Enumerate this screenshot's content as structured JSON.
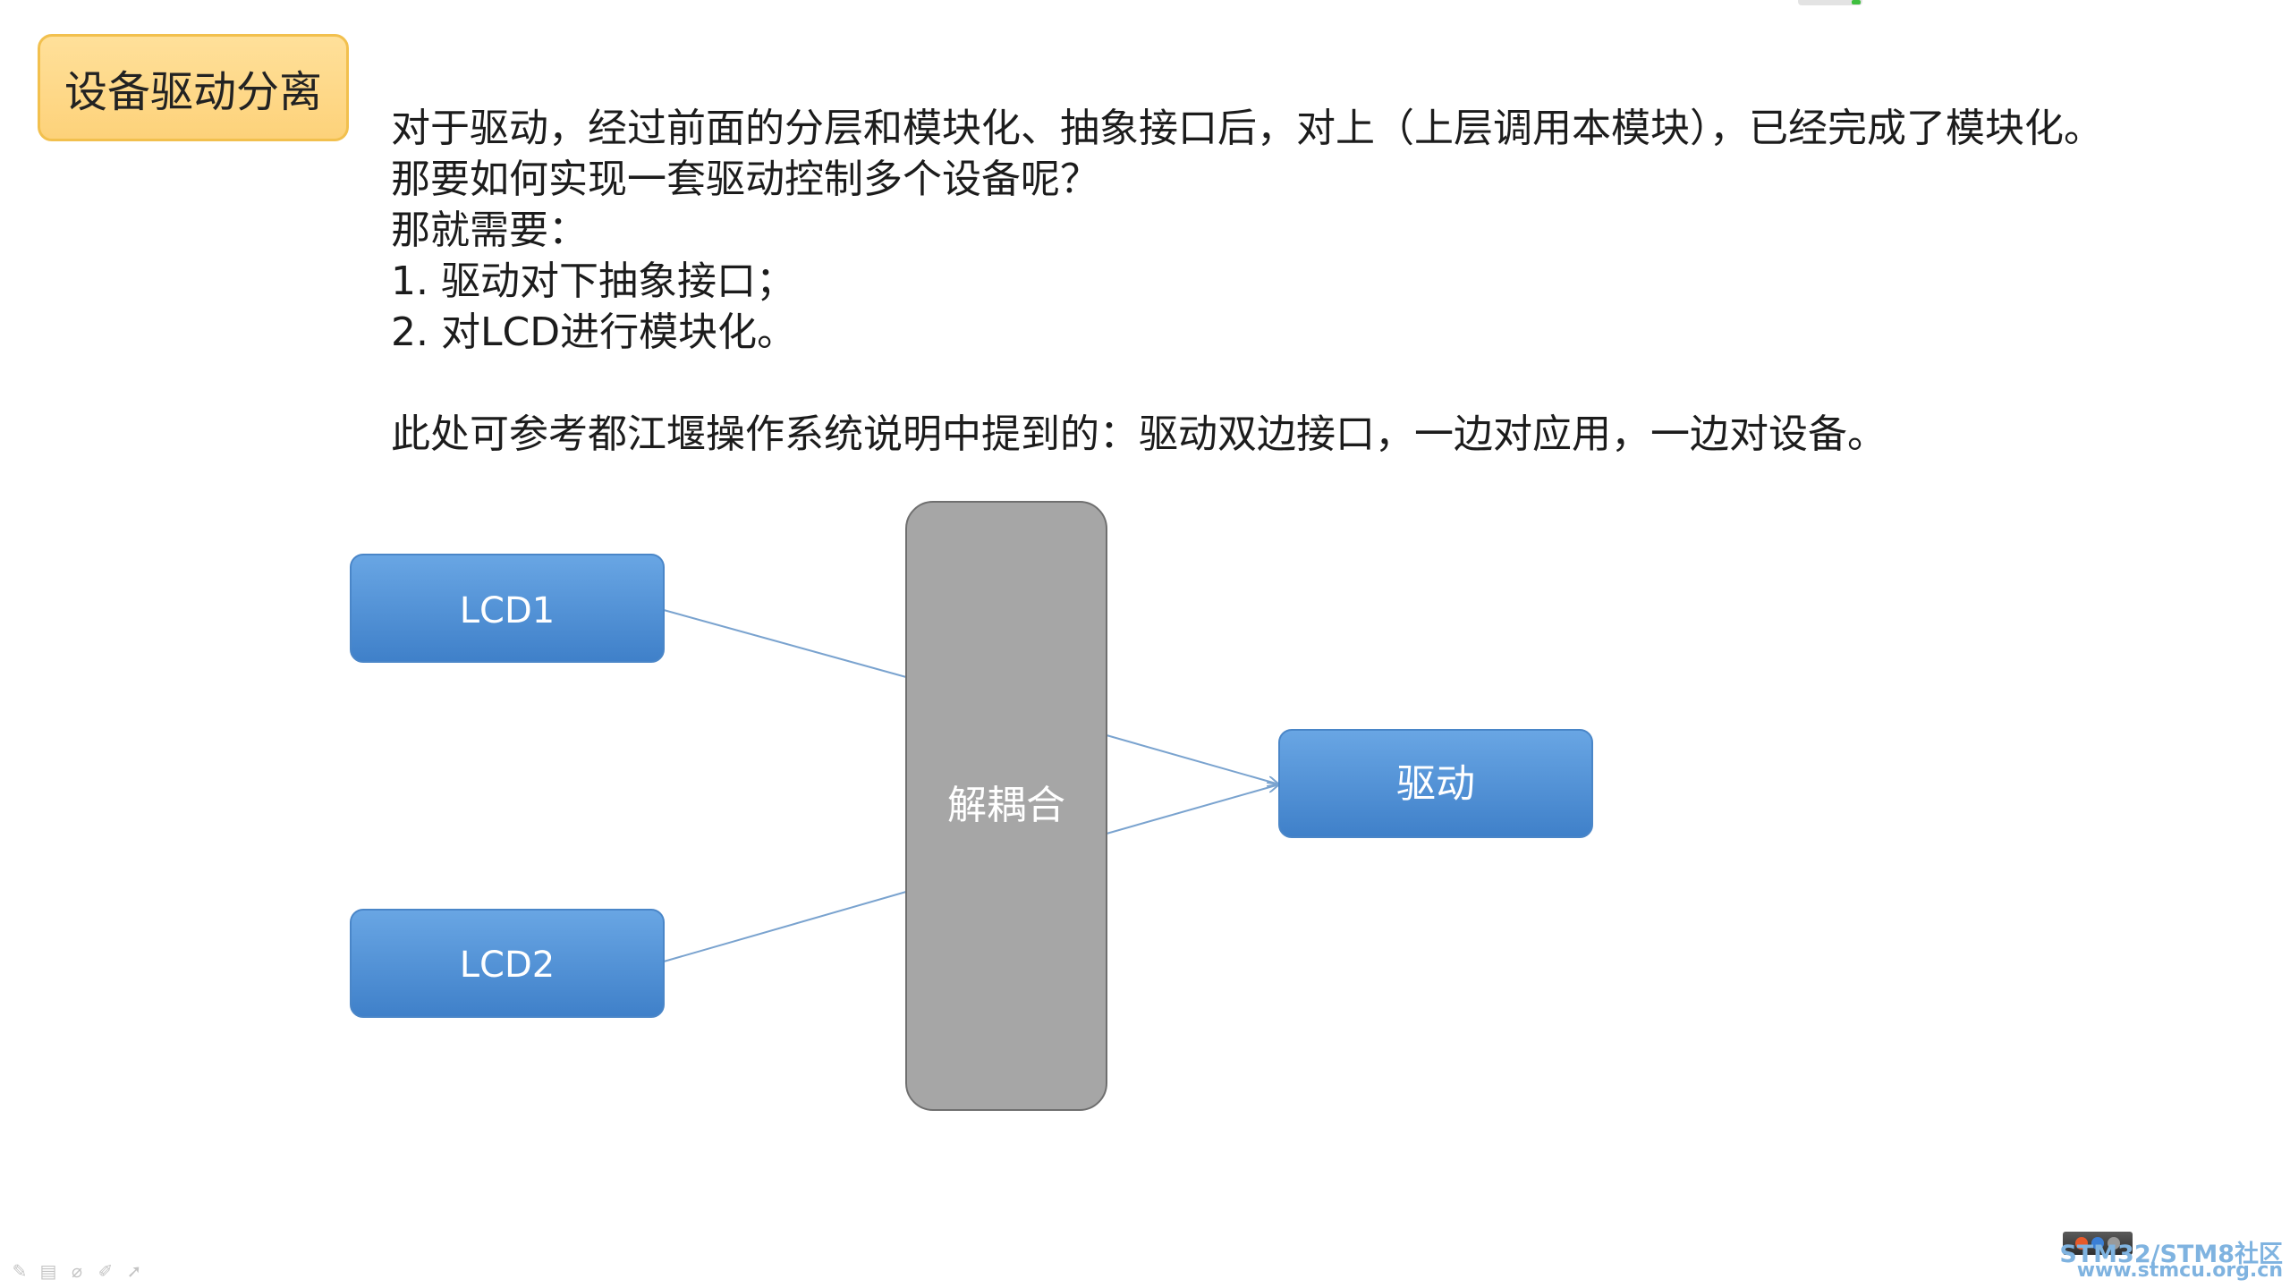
{
  "slide": {
    "title": "设备驱动分离",
    "body": {
      "line1": "对于驱动，经过前面的分层和模块化、抽象接口后，对上（上层调用本模块），已经完成了模块化。",
      "line2": "那要如何实现一套驱动控制多个设备呢？",
      "line3": "那就需要：",
      "line4": "1. 驱动对下抽象接口；",
      "line5": "2. 对LCD进行模块化。",
      "line6": "此处可参考都江堰操作系统说明中提到的：驱动双边接口，一边对应用，一边对设备。"
    }
  },
  "diagram": {
    "lcd1": "LCD1",
    "lcd2": "LCD2",
    "decoupler": "解耦合",
    "driver": "驱动"
  },
  "colors": {
    "title_fill": "#fdd27a",
    "title_border": "#f2c04e",
    "box_blue": "#4f8fd4",
    "decoupler_gray": "#a6a6a6",
    "connector": "#7aa3cf"
  },
  "watermark": {
    "line1": "STM32/STM8社区",
    "line2": "www.stmcu.org.cn"
  }
}
